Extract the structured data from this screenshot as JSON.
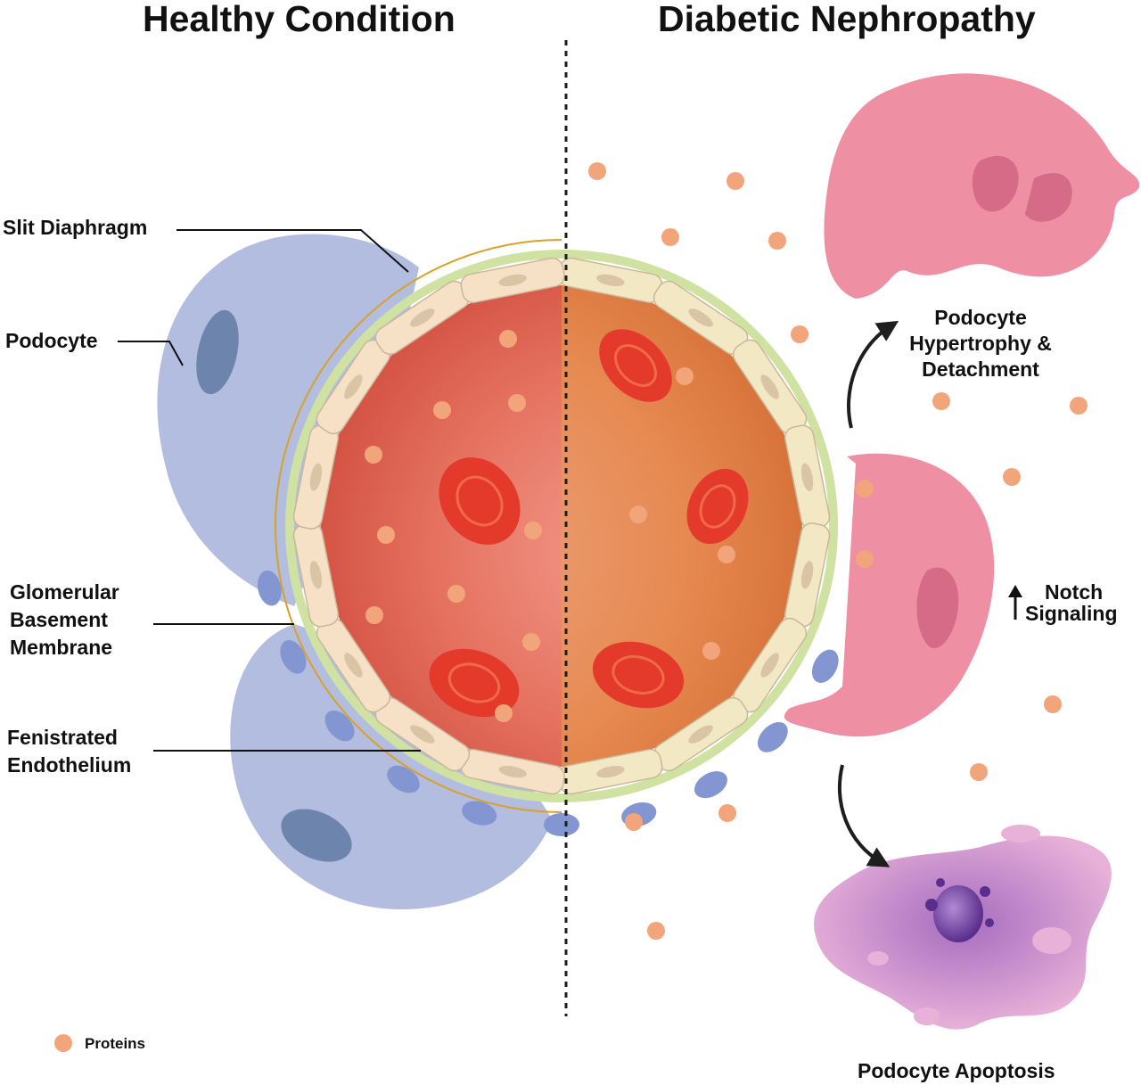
{
  "titles": {
    "left": "Healthy Condition",
    "right": "Diabetic Nephropathy"
  },
  "labels": {
    "slit_diaphragm": "Slit Diaphragm",
    "podocyte": "Podocyte",
    "gbm_line1": "Glomerular",
    "gbm_line2": "Basement",
    "gbm_line3": "Membrane",
    "endo_line1": "Fenistrated",
    "endo_line2": "Endothelium",
    "hyper_line1": "Podocyte",
    "hyper_line2": "Hypertrophy &",
    "hyper_line3": "Detachment",
    "notch_line1": "Notch",
    "notch_line2": "Signaling",
    "apoptosis": "Podocyte Apoptosis"
  },
  "legend": {
    "proteins": "Proteins"
  },
  "colors": {
    "protein": "#f2a57a",
    "healthy_podocyte": "#b3bde0",
    "foot_process": "#8496d2",
    "diseased_podocyte": "#ee8fa3",
    "apoptotic_cell": "#e3a6cf",
    "gbm": "#cfe2a2",
    "endothelium": "#f6e1c7",
    "healthy_lumen": "#e2705f",
    "diseased_lumen": "#e59055",
    "red_blood_cell": "#e33a2c"
  }
}
